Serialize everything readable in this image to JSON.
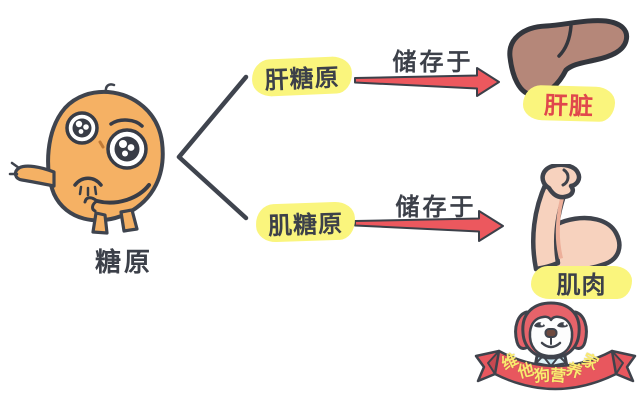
{
  "diagram": {
    "root_label": "糖原",
    "branches": [
      {
        "pill_label": "肝糖原",
        "arrow_label": "储存于",
        "organ_label": "肝脏",
        "organ_icon": "liver-icon",
        "organ_label_color": "#e0474c"
      },
      {
        "pill_label": "肌糖原",
        "arrow_label": "储存于",
        "organ_label": "肌肉",
        "organ_icon": "muscle-icon",
        "organ_label_color": "#3c4049"
      }
    ]
  },
  "mascot": {
    "banner_text": "维他狗营养家",
    "banner_chars": [
      "维",
      "他",
      "狗",
      "营",
      "养",
      "家"
    ]
  },
  "colors": {
    "background": "#ffffff",
    "highlight_yellow": "#faf57d",
    "text_dark": "#3c4049",
    "liver_label_red": "#e0474c",
    "arrow_red": "#ec585e",
    "outline_dark": "#3f444e",
    "potato_orange": "#f5b164",
    "liver_brown": "#b58779",
    "skin_tone": "#f7d2be",
    "skin_shade": "#edaf9a",
    "dog_red": "#e6636a",
    "banner_red": "#e8575e",
    "banner_fold_red": "#c74850",
    "banner_text_yellow": "#faea6e",
    "collar_blue": "#c4e6f1"
  }
}
